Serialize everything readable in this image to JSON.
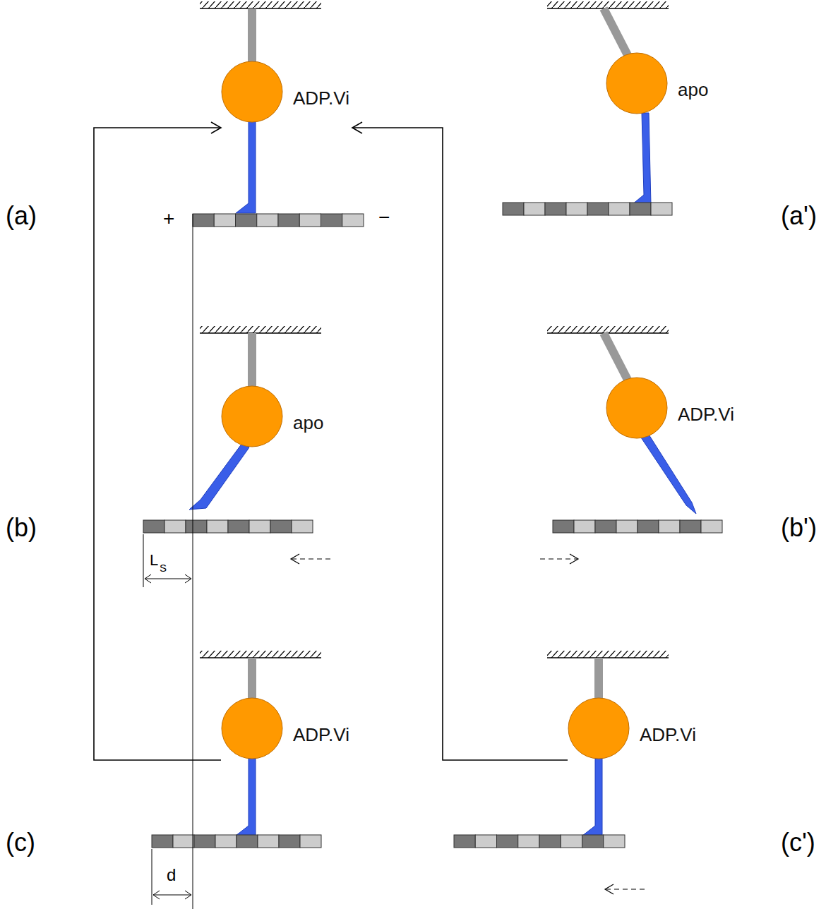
{
  "diagram": {
    "nodes": [
      {
        "text": [
          "ADP.Vi"
        ]
      },
      {
        "text": [
          "apo"
        ]
      },
      {
        "text": [
          "apo"
        ]
      },
      {
        "text": [
          "ADP.Vi"
        ]
      },
      {
        "text": [
          "ADP.Vi"
        ]
      },
      {
        "text": [
          "ADP.Vi"
        ]
      }
    ],
    "edges": [
      {
        "from": 4,
        "to": 0,
        "arrow": "to"
      },
      {
        "from": 5,
        "to": 0,
        "arrow": "to"
      }
    ],
    "labels": [
      "(a)",
      "+",
      "−",
      "(a')",
      "(b)",
      "L",
      "S",
      "(b')",
      "(c)",
      "d",
      "(c')"
    ]
  }
}
